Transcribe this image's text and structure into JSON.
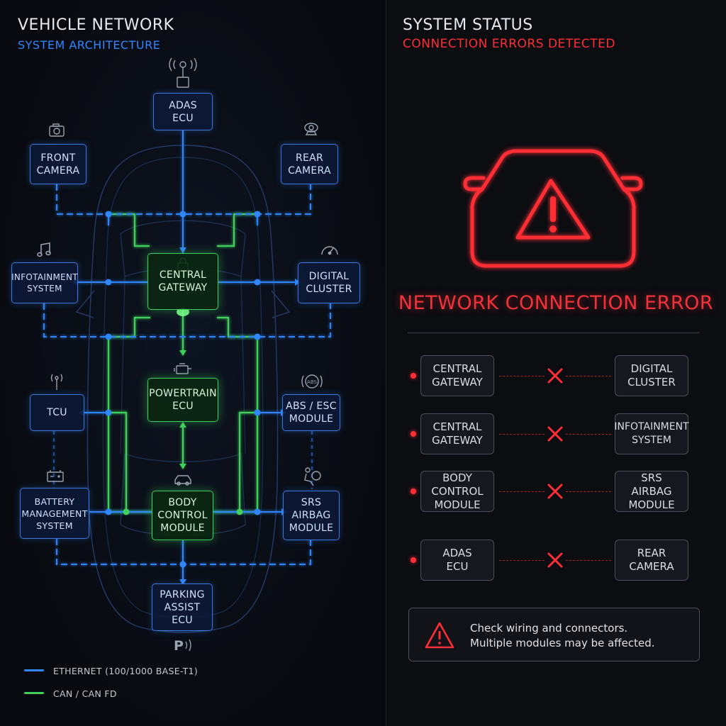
{
  "left_panel": {
    "title": "VEHICLE NETWORK",
    "subtitle": "SYSTEM ARCHITECTURE"
  },
  "nodes": {
    "adas_ecu": "ADAS\nECU",
    "front_camera": "FRONT\nCAMERA",
    "rear_camera": "REAR\nCAMERA",
    "infotainment": "INFOTAINMENT\nSYSTEM",
    "central_gateway": "CENTRAL\nGATEWAY",
    "digital_cluster": "DIGITAL\nCLUSTER",
    "tcu": "TCU",
    "powertrain_ecu": "POWERTRAIN\nECU",
    "abs_esc": "ABS / ESC\nMODULE",
    "battery_mgmt": "BATTERY\nMANAGEMENT\nSYSTEM",
    "body_control": "BODY\nCONTROL\nMODULE",
    "srs_airbag": "SRS\nAIRBAG\nMODULE",
    "parking_assist": "PARKING\nASSIST\nECU"
  },
  "icon_labels": {
    "abs": "ABS",
    "parking": "P"
  },
  "legend": [
    {
      "label": "ETHERNET (100/1000 BASE-T1)",
      "color": "#2f86ff"
    },
    {
      "label": "CAN / CAN FD",
      "color": "#3fd15b"
    }
  ],
  "right_panel": {
    "title": "SYSTEM STATUS",
    "subtitle": "CONNECTION ERRORS DETECTED",
    "error_heading": "NETWORK CONNECTION ERROR",
    "errors": [
      {
        "from": "CENTRAL\nGATEWAY",
        "to": "DIGITAL\nCLUSTER"
      },
      {
        "from": "CENTRAL\nGATEWAY",
        "to": "INFOTAINMENT\nSYSTEM"
      },
      {
        "from": "BODY\nCONTROL\nMODULE",
        "to": "SRS\nAIRBAG\nMODULE"
      },
      {
        "from": "ADAS\nECU",
        "to": "REAR\nCAMERA"
      }
    ],
    "warning": "Check wiring and connectors.\nMultiple modules may be affected."
  },
  "colors": {
    "ethernet": "#2f86ff",
    "can": "#3fd15b",
    "error_red": "#ff2d35",
    "subtitle_blue": "#2f86ff"
  }
}
